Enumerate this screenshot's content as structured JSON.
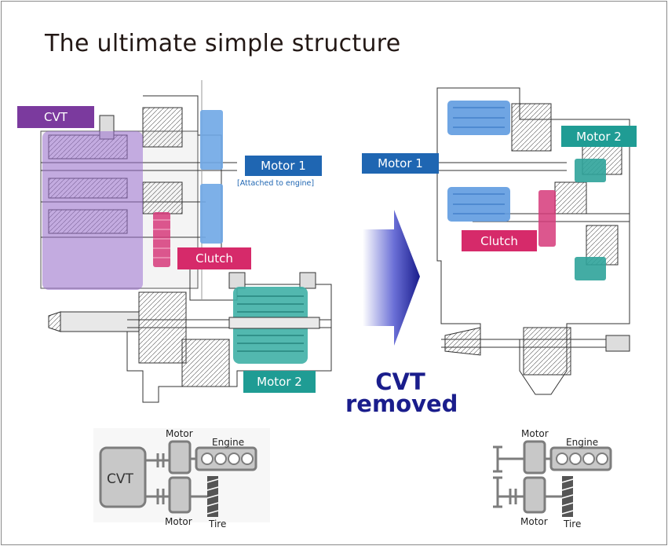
{
  "title": "The ultimate simple structure",
  "labels": {
    "cvt": "CVT",
    "motor1": "Motor 1",
    "attached": "[Attached to engine]",
    "clutch": "Clutch",
    "motor2": "Motor 2"
  },
  "center": {
    "line1": "CVT",
    "line2": "removed"
  },
  "schematic_left": {
    "cvt": "CVT",
    "motor_top": "Motor",
    "engine": "Engine",
    "motor_bottom": "Motor",
    "tire": "Tire"
  },
  "schematic_right": {
    "motor_top": "Motor",
    "engine": "Engine",
    "motor_bottom": "Motor",
    "tire": "Tire"
  },
  "colors": {
    "cvt": "#7b3a9e",
    "motor1": "#1f66b2",
    "clutch": "#d62a6a",
    "motor2": "#1f9c94",
    "arrow": "#1a1d8c"
  }
}
